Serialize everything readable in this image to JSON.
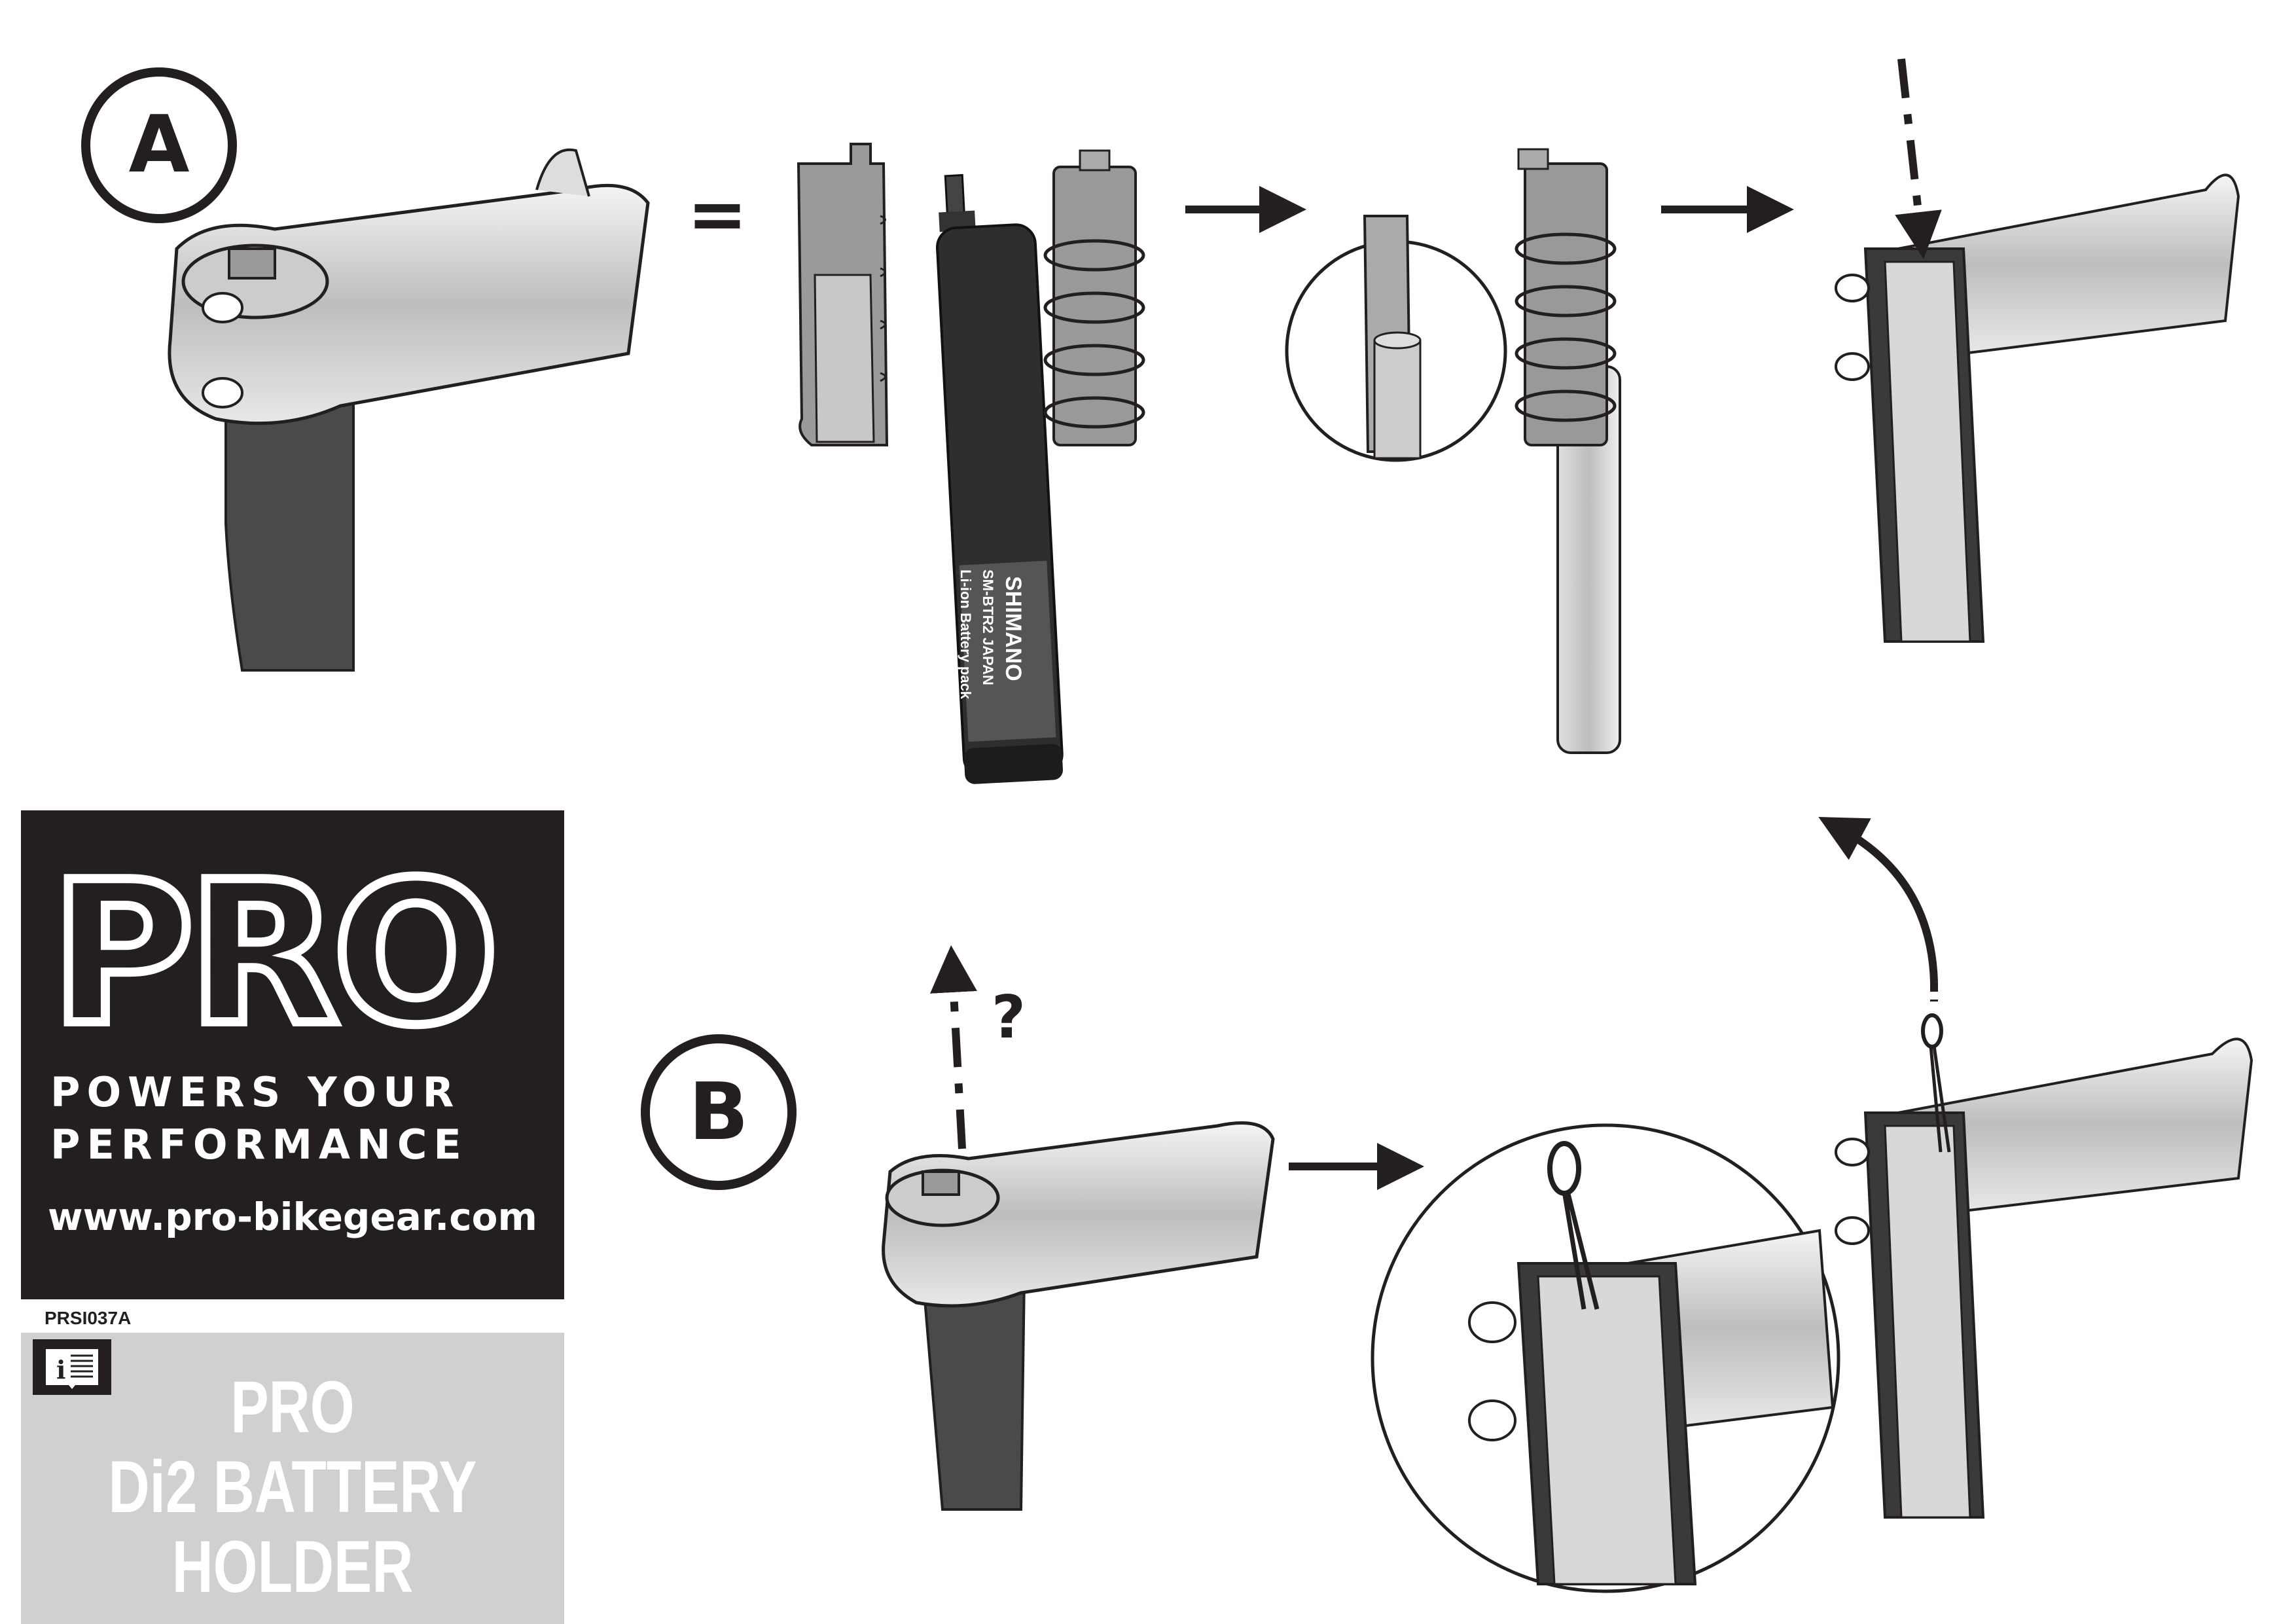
{
  "steps": {
    "a_label": "A",
    "b_label": "B",
    "equals": "=",
    "question": "?"
  },
  "battery": {
    "brand": "SHIMANO",
    "model": "SM-BTR2 JAPAN",
    "type": "Li-ion Battery pack"
  },
  "brand_panel": {
    "logo_text": "PRO",
    "tagline_line1": "POWERS YOUR",
    "tagline_line2": "PERFORMANCE",
    "url": "www.pro-bikegear.com"
  },
  "product_code": "PRSI037A",
  "title_panel": {
    "icon": "info-manual-icon",
    "line1": "PRO",
    "line2": "Di2 BATTERY",
    "line3": "HOLDER"
  },
  "colors": {
    "dark": "#231f20",
    "panel_grey": "#d1d0d1",
    "seatpost": "#4a4a4a"
  }
}
